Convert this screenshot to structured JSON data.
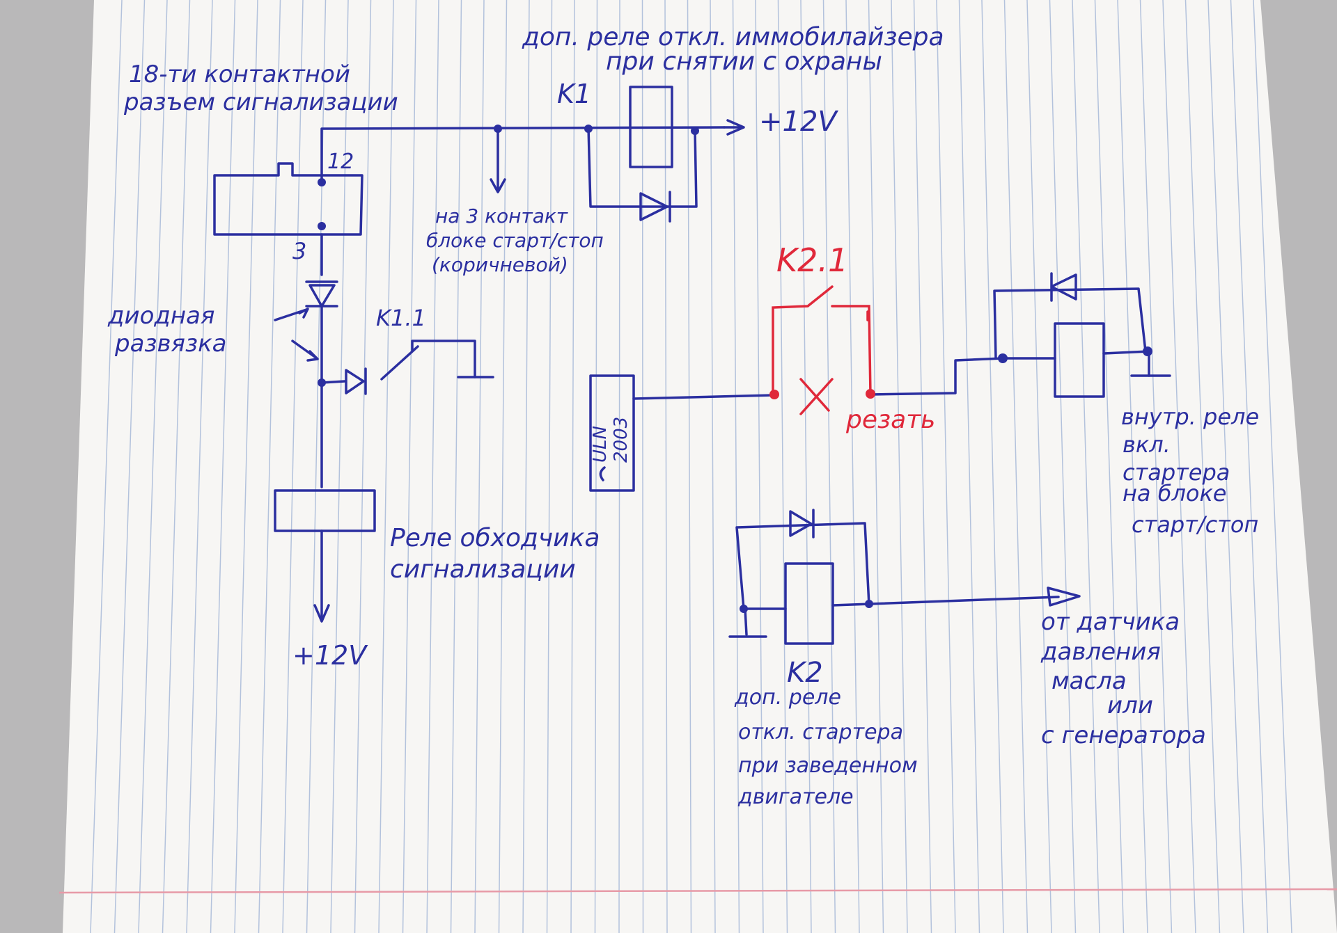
{
  "texts": {
    "connector_title_1": "18-ти контактной",
    "connector_title_2": "разъем сигнализации",
    "k1_title_1": "доп. реле откл. иммобилайзера",
    "k1_title_2": "при снятии с охраны",
    "k1_label": "K1",
    "plus12_top": "+12V",
    "pin12": "12",
    "pin3": "3",
    "to_pin3_1": "на 3 контакт",
    "to_pin3_2": "блоке старт/стоп",
    "to_pin3_3": "(коричневой)",
    "k21_label": "K2.1",
    "cut_label": "резать",
    "diode_1": "диодная",
    "diode_2": "развязка",
    "k11_label": "K1.1",
    "uln_1": "ULN",
    "uln_2": "2003",
    "inner_1": "внутр. реле",
    "inner_2": "вкл.",
    "inner_3": "стартера",
    "inner_4": "на блоке",
    "inner_5": "старт/стоп",
    "bypass_1": "Реле обходчика",
    "bypass_2": "сигнализации",
    "plus12_bottom": "+12V",
    "sensor_1": "от датчика",
    "sensor_2": "давления",
    "sensor_3": "масла",
    "sensor_4": "или",
    "sensor_5": "с генератора",
    "k2_label": "K2",
    "k2_desc_1": "доп. реле",
    "k2_desc_2": "откл. стартера",
    "k2_desc_3": "при заведенном",
    "k2_desc_4": "двигателе"
  },
  "colors": {
    "ink_blue": "#2b2fa0",
    "ink_red": "#e0283a",
    "paper": "#f7f6f4",
    "grid_line": "#b3c2dc",
    "margin_line": "#e79aa7",
    "background": "#b9b8b9"
  },
  "icons": [
    "diode-icon",
    "relay-coil-icon",
    "ground-icon",
    "arrow-icon",
    "cut-mark-icon",
    "chip-icon"
  ]
}
